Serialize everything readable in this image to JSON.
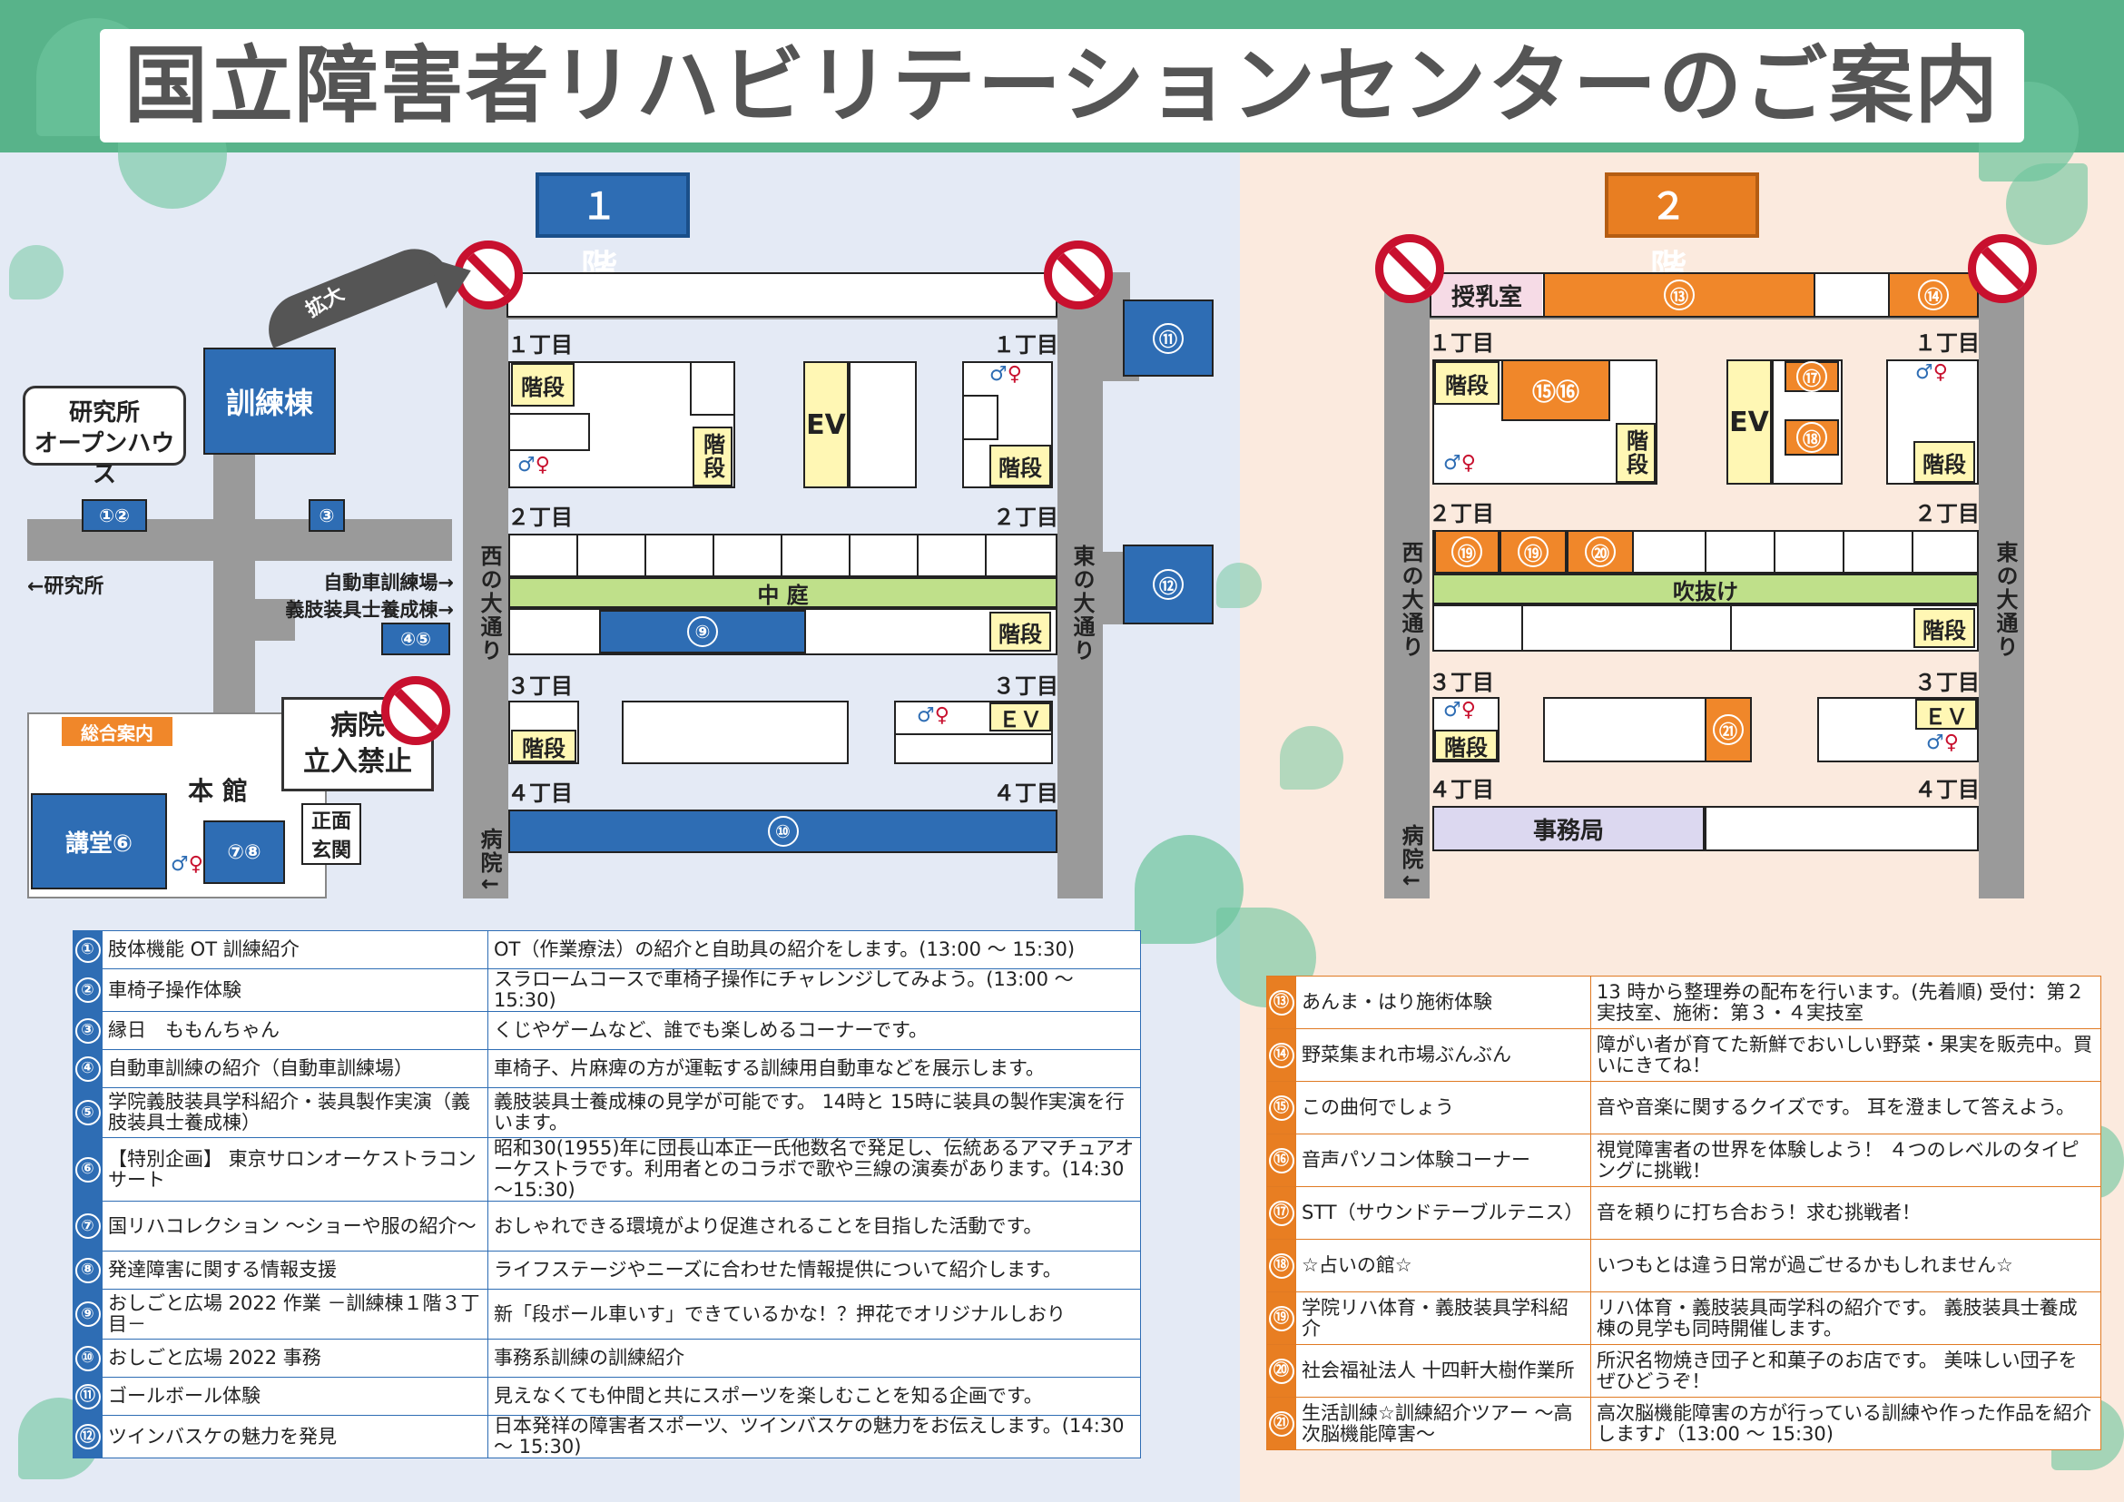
{
  "title": "国立障害者リハビリテーションセンターのご案内",
  "floor1": {
    "heading": "１ 階",
    "area": "中 庭",
    "chome": [
      "１丁目",
      "１丁目",
      "２丁目",
      "２丁目",
      "３丁目",
      "３丁目",
      "４丁目",
      "４丁目"
    ],
    "stairs": "階段",
    "stairs_v": "階段",
    "ev": "EV",
    "ev2": "ＥＶ",
    "west": "西の大通り",
    "east": "東の大通り",
    "hospital_road": "病院↓",
    "markers": [
      "⑨",
      "⑩",
      "⑪",
      "⑫"
    ]
  },
  "floor2": {
    "heading": "２ 階",
    "area": "吹抜け",
    "nursing": "授乳室",
    "office": "事務局",
    "chome": [
      "１丁目",
      "１丁目",
      "２丁目",
      "２丁目",
      "３丁目",
      "３丁目",
      "４丁目",
      "４丁目"
    ],
    "stairs": "階段",
    "ev": "EV",
    "ev2": "ＥＶ",
    "west": "西の大通り",
    "east": "東の大通り",
    "hospital_road": "病院↓",
    "markers": [
      "⑬",
      "⑭",
      "⑮⑯",
      "⑰",
      "⑱",
      "⑲",
      "⑲",
      "⑳",
      "㉑"
    ]
  },
  "campus": {
    "kakudai": "拡大",
    "kunren": "訓練棟",
    "callout_l1": "研究所",
    "callout_l2": "オープンハウス",
    "m12": "①②",
    "m3": "③",
    "m45": "④⑤",
    "to_lab": "←研究所",
    "car": "自動車訓練場→",
    "limb": "義肢装具士養成棟→",
    "info": "総合案内",
    "honkan": "本 館",
    "kodo": "講堂⑥",
    "m78": "⑦⑧",
    "genkan_l1": "正面",
    "genkan_l2": "玄関",
    "hosp_l1": "病院",
    "hosp_l2": "立入禁止"
  },
  "table1": [
    {
      "n": "①",
      "name": "肢体機能 OT 訓練紹介",
      "desc": "OT（作業療法）の紹介と自助具の紹介をします。(13:00 ～ 15:30)"
    },
    {
      "n": "②",
      "name": "車椅子操作体験",
      "desc": "スラロームコースで車椅子操作にチャレンジしてみよう。(13:00 ～ 15:30)"
    },
    {
      "n": "③",
      "name": "縁日　ももんちゃん",
      "desc": "くじやゲームなど、誰でも楽しめるコーナーです。"
    },
    {
      "n": "④",
      "name": "自動車訓練の紹介（自動車訓練場）",
      "desc": "車椅子、片麻痺の方が運転する訓練用自動車などを展示します。"
    },
    {
      "n": "⑤",
      "name": "学院義肢装具学科紹介・装具製作実演（義肢装具士養成棟）",
      "desc": "義肢装具士養成棟の見学が可能です。 14時と 15時に装具の製作実演を行います。"
    },
    {
      "n": "⑥",
      "name": "【特別企画】 東京サロンオーケストラコンサート",
      "desc": "昭和30(1955)年に団長山本正一氏他数名で発足し、伝統あるアマチュアオーケストラです。利用者とのコラボで歌や三線の演奏があります。(14:30～15:30)"
    },
    {
      "n": "⑦",
      "name": "国リハコレクション ～ショーや服の紹介～",
      "desc": "おしゃれできる環境がより促進されることを目指した活動です。"
    },
    {
      "n": "⑧",
      "name": "発達障害に関する情報支援",
      "desc": "ライフステージやニーズに合わせた情報提供について紹介します。"
    },
    {
      "n": "⑨",
      "name": "おしごと広場 2022 作業 －訓練棟１階３丁目－",
      "desc": "新「段ボール車いす」できているかな！？押花でオリジナルしおり"
    },
    {
      "n": "⑩",
      "name": "おしごと広場 2022 事務",
      "desc": "事務系訓練の訓練紹介"
    },
    {
      "n": "⑪",
      "name": "ゴールボール体験",
      "desc": "見えなくても仲間と共にスポーツを楽しむことを知る企画です。"
    },
    {
      "n": "⑫",
      "name": "ツインバスケの魅力を発見",
      "desc": "日本発祥の障害者スポーツ、ツインバスケの魅力をお伝えします。(14:30 ～ 15:30)"
    }
  ],
  "table2": [
    {
      "n": "⑬",
      "name": "あんま・はり施術体験",
      "desc": "13 時から整理券の配布を行います。(先着順) 受付：第２実技室、施術：第３・４実技室"
    },
    {
      "n": "⑭",
      "name": "野菜集まれ市場ぶんぶん",
      "desc": "障がい者が育てた新鮮でおいしい野菜・果実を販売中。買いにきてね！"
    },
    {
      "n": "⑮",
      "name": "この曲何でしょう",
      "desc": "音や音楽に関するクイズです。 耳を澄まして答えよう。"
    },
    {
      "n": "⑯",
      "name": "音声パソコン体験コーナー",
      "desc": "視覚障害者の世界を体験しよう！ ４つのレベルのタイピングに挑戦！"
    },
    {
      "n": "⑰",
      "name": "STT（サウンドテーブルテニス）",
      "desc": "音を頼りに打ち合おう！求む挑戦者！"
    },
    {
      "n": "⑱",
      "name": "☆占いの館☆",
      "desc": "いつもとは違う日常が過ごせるかもしれません☆"
    },
    {
      "n": "⑲",
      "name": "学院リハ体育・義肢装具学科紹介",
      "desc": "リハ体育・義肢装具両学科の紹介です。 義肢装具士養成棟の見学も同時開催します。"
    },
    {
      "n": "⑳",
      "name": "社会福祉法人 十四軒大樹作業所",
      "desc": "所沢名物焼き団子と和菓子のお店です。 美味しい団子をぜひどうぞ！"
    },
    {
      "n": "㉑",
      "name": "生活訓練☆訓練紹介ツアー ～高次脳機能障害～",
      "desc": "高次脳機能障害の方が行っている訓練や作った作品を紹介します♪（13:00 ～ 15:30)"
    }
  ]
}
